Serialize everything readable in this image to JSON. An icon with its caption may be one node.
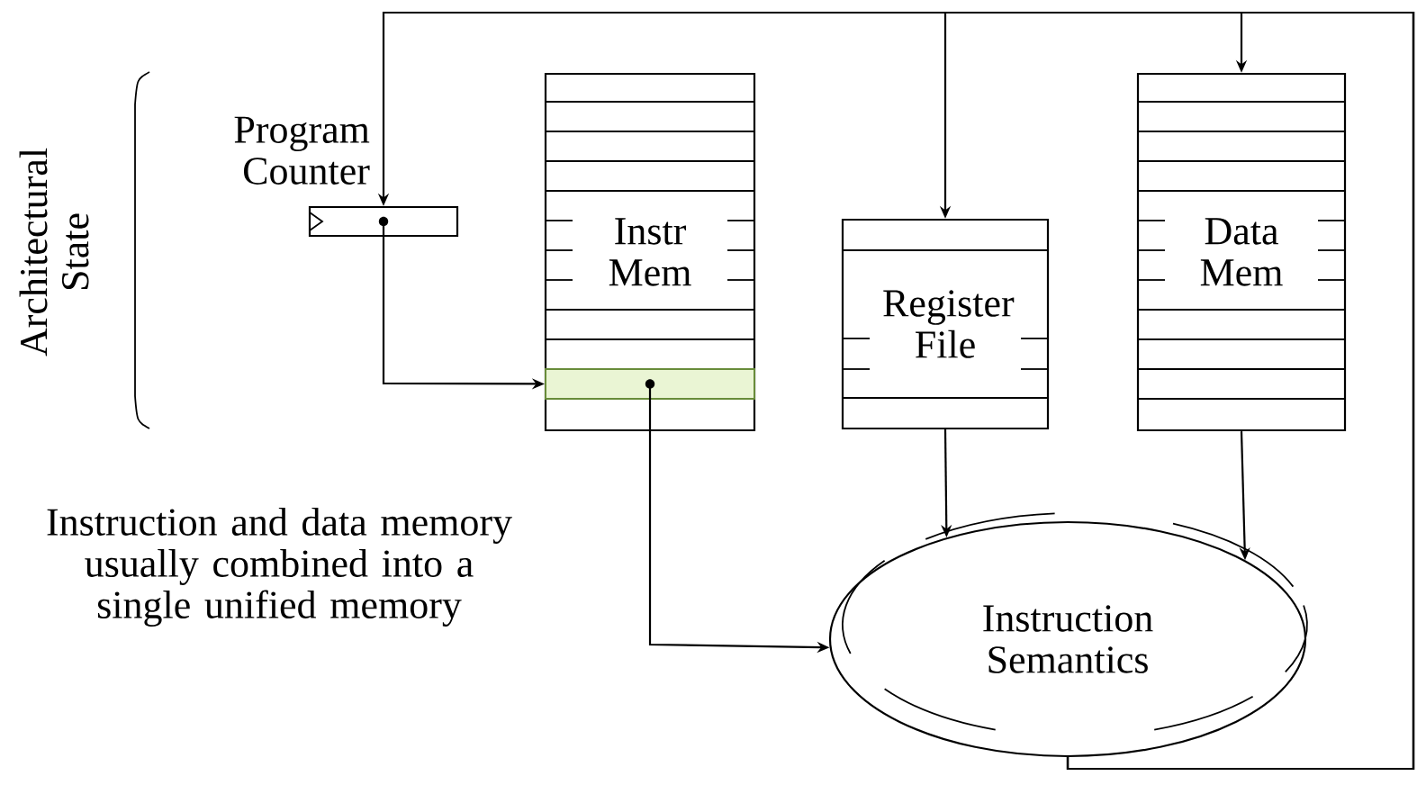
{
  "diagram": {
    "nodes": [
      {
        "text": [
          "Program Counter"
        ]
      },
      {
        "text": [
          "Instr Mem"
        ]
      },
      {
        "text": [],
        "shape": "box",
        "in": 1
      },
      {
        "text": [
          "Register File"
        ]
      },
      {
        "text": [
          "Data Mem"
        ]
      },
      {
        "text": [
          "Instruction Semantics"
        ]
      }
    ],
    "edges": [
      {
        "from": 0,
        "to": 2,
        "arrow": "to"
      },
      {
        "from": 2,
        "to": 5,
        "arrow": "to"
      },
      {
        "from": 3,
        "to": 5,
        "arrow": "to"
      },
      {
        "from": 4,
        "to": 5,
        "arrow": "to"
      },
      {
        "from": 5,
        "to": 0,
        "arrow": "to"
      },
      {
        "from": 5,
        "to": 3,
        "arrow": "to"
      },
      {
        "from": 5,
        "to": 4,
        "arrow": "to"
      }
    ],
    "labels": [
      "Architectural State",
      "Instruction and data memory usually combined into a single unified memory"
    ]
  }
}
